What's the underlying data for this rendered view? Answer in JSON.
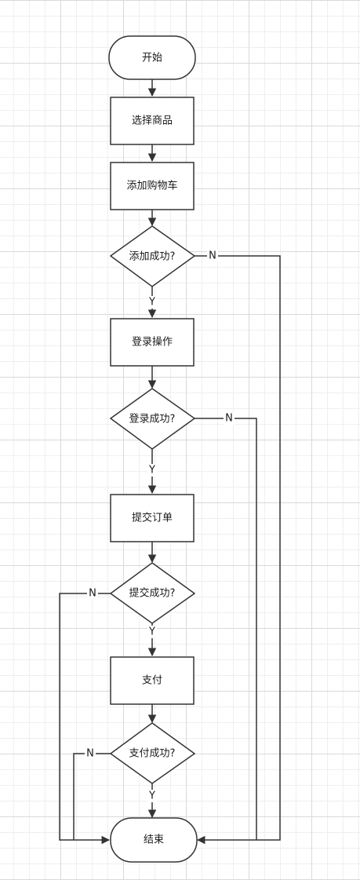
{
  "diagram": {
    "nodes": {
      "start": "开始",
      "select_goods": "选择商品",
      "add_cart": "添加购物车",
      "add_success": "添加成功?",
      "login": "登录操作",
      "login_success": "登录成功?",
      "submit_order": "提交订单",
      "submit_success": "提交成功?",
      "pay": "支付",
      "pay_success": "支付成功?",
      "end": "结束"
    },
    "edge_labels": {
      "yes": "Y",
      "no": "N"
    }
  }
}
